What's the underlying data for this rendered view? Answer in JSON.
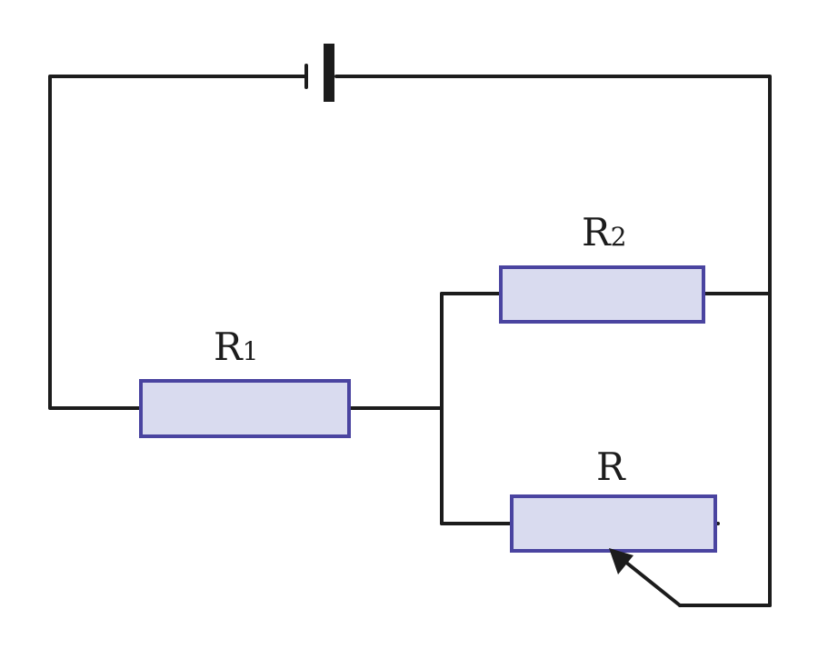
{
  "colors": {
    "wire": "#1c1c1c",
    "resistor_fill": "#d9dbef",
    "resistor_stroke": "#4a44a0"
  },
  "components": {
    "battery": {
      "type": "cell"
    },
    "r1": {
      "symbol": "R",
      "subscript": "1"
    },
    "r2": {
      "symbol": "R",
      "subscript": "2"
    },
    "r_variable": {
      "symbol": "R",
      "subscript": ""
    }
  }
}
